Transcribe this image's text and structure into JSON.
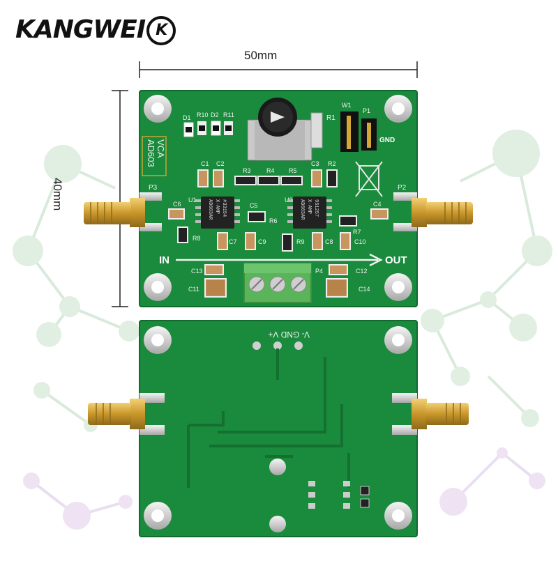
{
  "brand": {
    "name": "KANGWEI",
    "badge": "K"
  },
  "dimensions": {
    "width": "50mm",
    "height": "40mm"
  },
  "board_top": {
    "module_label_line1": "AD603",
    "module_label_line2": "VCA",
    "input_label": "IN",
    "output_label": "OUT",
    "ground_label": "GND",
    "ports": [
      "P3",
      "P2",
      "P4"
    ],
    "jumpers": [
      "W1",
      "P1"
    ],
    "leds": [
      "D1",
      "D2"
    ],
    "resistors": [
      "R10",
      "R11",
      "R1",
      "R2",
      "R3",
      "R4",
      "R5",
      "R6",
      "R7",
      "R8",
      "R9"
    ],
    "capacitors": [
      "C1",
      "C2",
      "C3",
      "C4",
      "C5",
      "C6",
      "C7",
      "C8",
      "C9",
      "C10",
      "C11",
      "C12",
      "C13",
      "C14"
    ],
    "chips": [
      {
        "ref": "U1",
        "lines": [
          "AD603AR",
          "X-AMP",
          "#33154"
        ]
      },
      {
        "ref": "U2",
        "lines": [
          "AD603AR",
          "X-AMP",
          "951257"
        ]
      }
    ]
  },
  "board_bottom": {
    "power_label": "V- GND V+"
  },
  "colors": {
    "pcb": "#1a8a3c",
    "pcb_dark": "#137030",
    "gold": "#d4a838",
    "terminal": "#5ab55a",
    "background": "#ffffff",
    "molecule": "#cfe6d0"
  }
}
